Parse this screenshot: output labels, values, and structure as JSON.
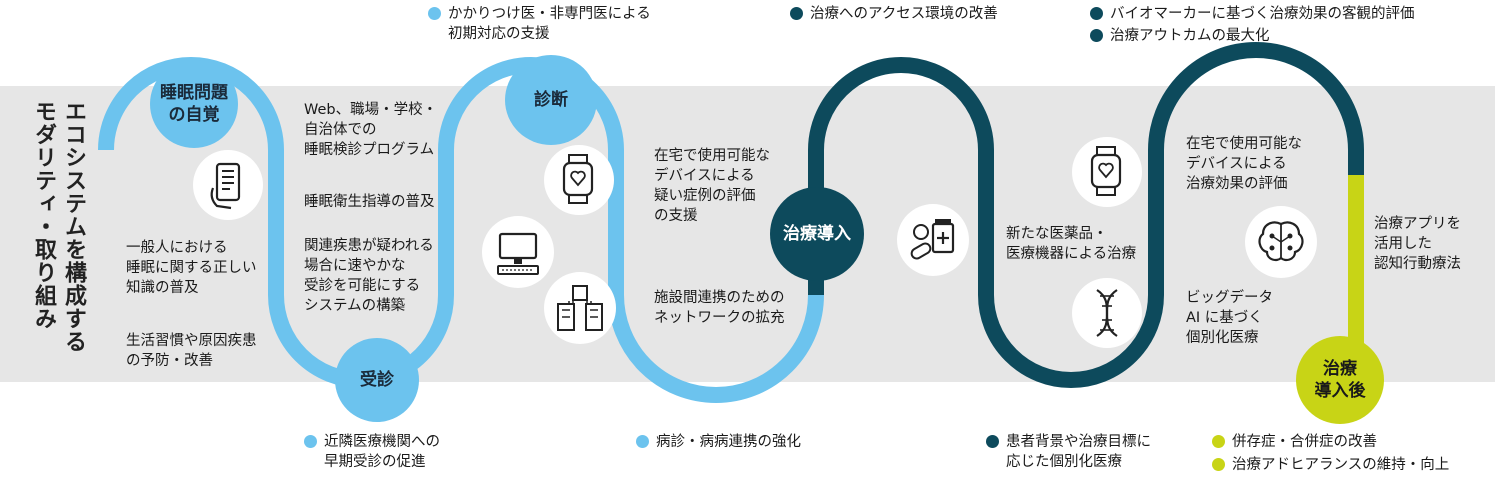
{
  "title_lines": [
    "エコシステムを構成する",
    "モダリティ・取り組み"
  ],
  "colors": {
    "light_blue": "#6cc3ee",
    "dark_teal": "#0d4a5c",
    "lime": "#c8d416",
    "band": "#e6e6e6"
  },
  "nodes": {
    "awareness": [
      "睡眠問題",
      "の自覚"
    ],
    "consult": [
      "受診"
    ],
    "diagnosis": [
      "診断"
    ],
    "treatment_start": [
      "治療導入"
    ],
    "post_treatment": [
      "治療",
      "導入後"
    ]
  },
  "texts": {
    "general_knowledge": [
      "一般人における",
      "睡眠に関する正しい",
      "知識の普及"
    ],
    "lifestyle": [
      "生活習慣や原因疾患",
      "の予防・改善"
    ],
    "web_program": [
      "Web、職場・学校・",
      "自治体での",
      "睡眠検診プログラム"
    ],
    "hygiene": [
      "睡眠衛生指導の普及"
    ],
    "rapid_consult": [
      "関連疾患が疑われる",
      "場合に速やかな",
      "受診を可能にする",
      "システムの構築"
    ],
    "home_device_eval": [
      "在宅で使用可能な",
      "デバイスによる",
      "疑い症例の評価",
      "の支援"
    ],
    "network": [
      "施設間連携のための",
      "ネットワークの拡充"
    ],
    "new_drugs": [
      "新たな医薬品・",
      "医療機器による治療"
    ],
    "home_device_effect": [
      "在宅で使用可能な",
      "デバイスによる",
      "治療効果の評価"
    ],
    "bigdata": [
      "ビッグデータ",
      "AI に基づく",
      "個別化医療"
    ],
    "app_cbt": [
      "治療アプリを",
      "活用した",
      "認知行動療法"
    ]
  },
  "bullets": {
    "top_primary": [
      "かかりつけ医・非専門医による",
      "初期対応の支援"
    ],
    "top_access": [
      "治療へのアクセス環境の改善"
    ],
    "top_biomarker": [
      "バイオマーカーに基づく治療効果の客観的評価"
    ],
    "top_outcome": [
      "治療アウトカムの最大化"
    ],
    "bottom_early": [
      "近隣医療機関への",
      "早期受診の促進"
    ],
    "bottom_link": [
      "病診・病病連携の強化"
    ],
    "bottom_personal": [
      "患者背景や治療目標に",
      "応じた個別化医療"
    ],
    "bottom_comorbid": [
      "併存症・合併症の改善"
    ],
    "bottom_adherence": [
      "治療アドヒアランスの維持・向上"
    ]
  },
  "icons": {
    "phone": "smartphone-hand-icon",
    "computer": "computer-icon",
    "watch1": "smartwatch-icon",
    "buildings": "hospital-buildings-icon",
    "medicine": "medicine-pills-icon",
    "watch2": "smartwatch-icon",
    "dna": "dna-icon",
    "brain": "ai-brain-icon"
  }
}
